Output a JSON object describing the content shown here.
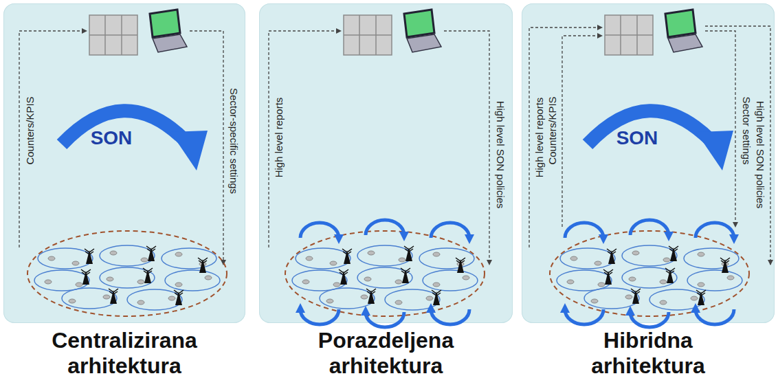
{
  "diagram": {
    "nodes": [
      {
        "text": [
          "Centralizirana arhitektura"
        ]
      },
      {
        "text": [
          "Porazdeljena arhitektura"
        ]
      },
      {
        "text": [
          "Hibridna arhitektura"
        ]
      }
    ],
    "labels": [
      "Counters/KPIS",
      "Sector-specific settings",
      "SON",
      "High level reports",
      "High level SON policies",
      "High level reports",
      "Counters/KPIS",
      "SON",
      "Sector settings",
      "High level SON policies"
    ]
  }
}
